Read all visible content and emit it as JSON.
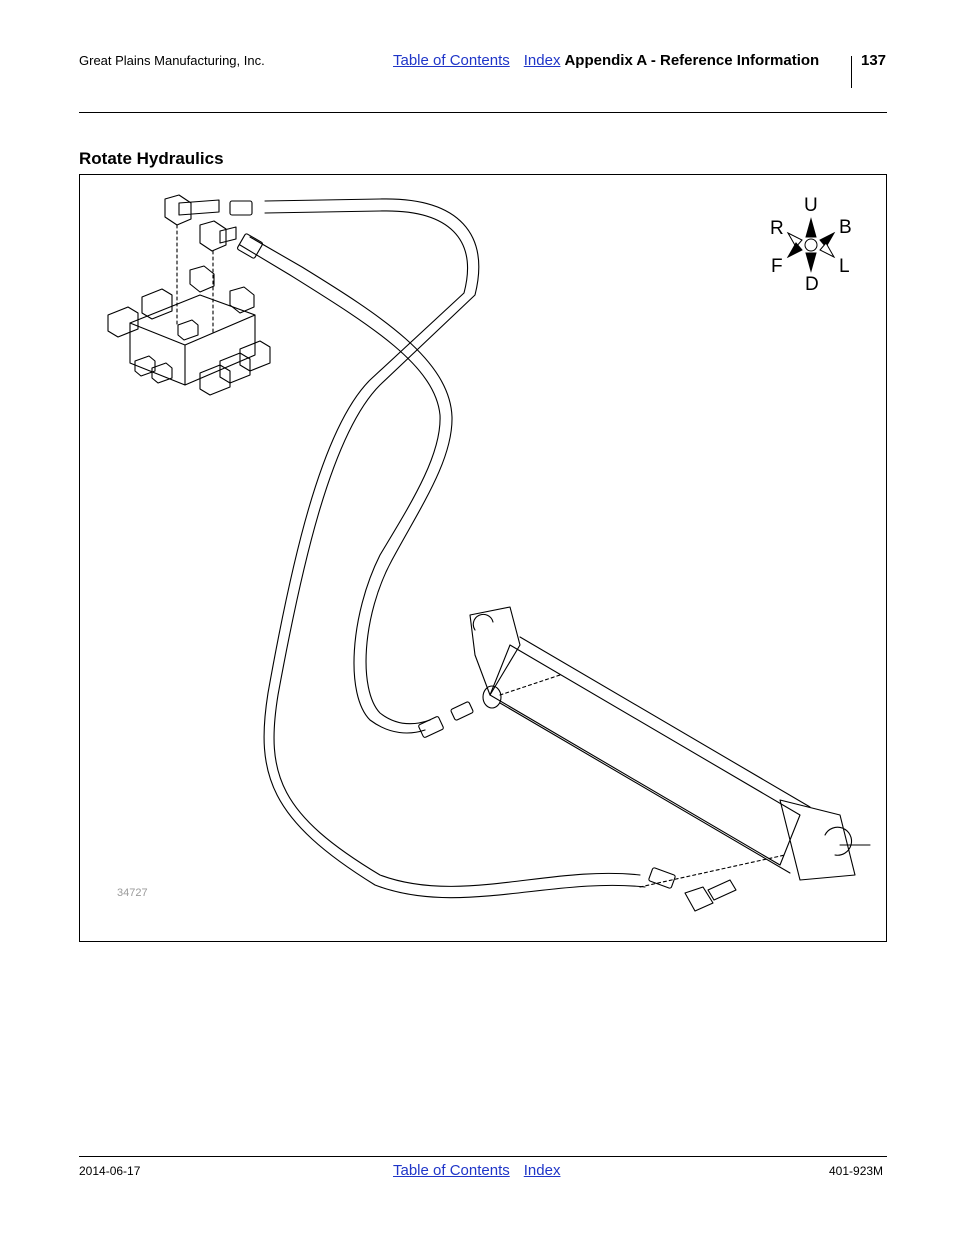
{
  "header": {
    "company": "Great Plains Manufacturing, Inc.",
    "toc_link": "Table of Contents",
    "index_link": "Index",
    "section": "Appendix A - Reference Information",
    "page_number": "137"
  },
  "section_title": "Rotate Hydraulics",
  "figure": {
    "figure_id": "34727",
    "compass": {
      "up": "U",
      "right": "R",
      "back": "B",
      "front": "F",
      "left": "L",
      "down": "D"
    }
  },
  "footer": {
    "date": "2014-06-17",
    "toc_link": "Table of Contents",
    "index_link": "Index",
    "doc_number": "401-923M"
  }
}
